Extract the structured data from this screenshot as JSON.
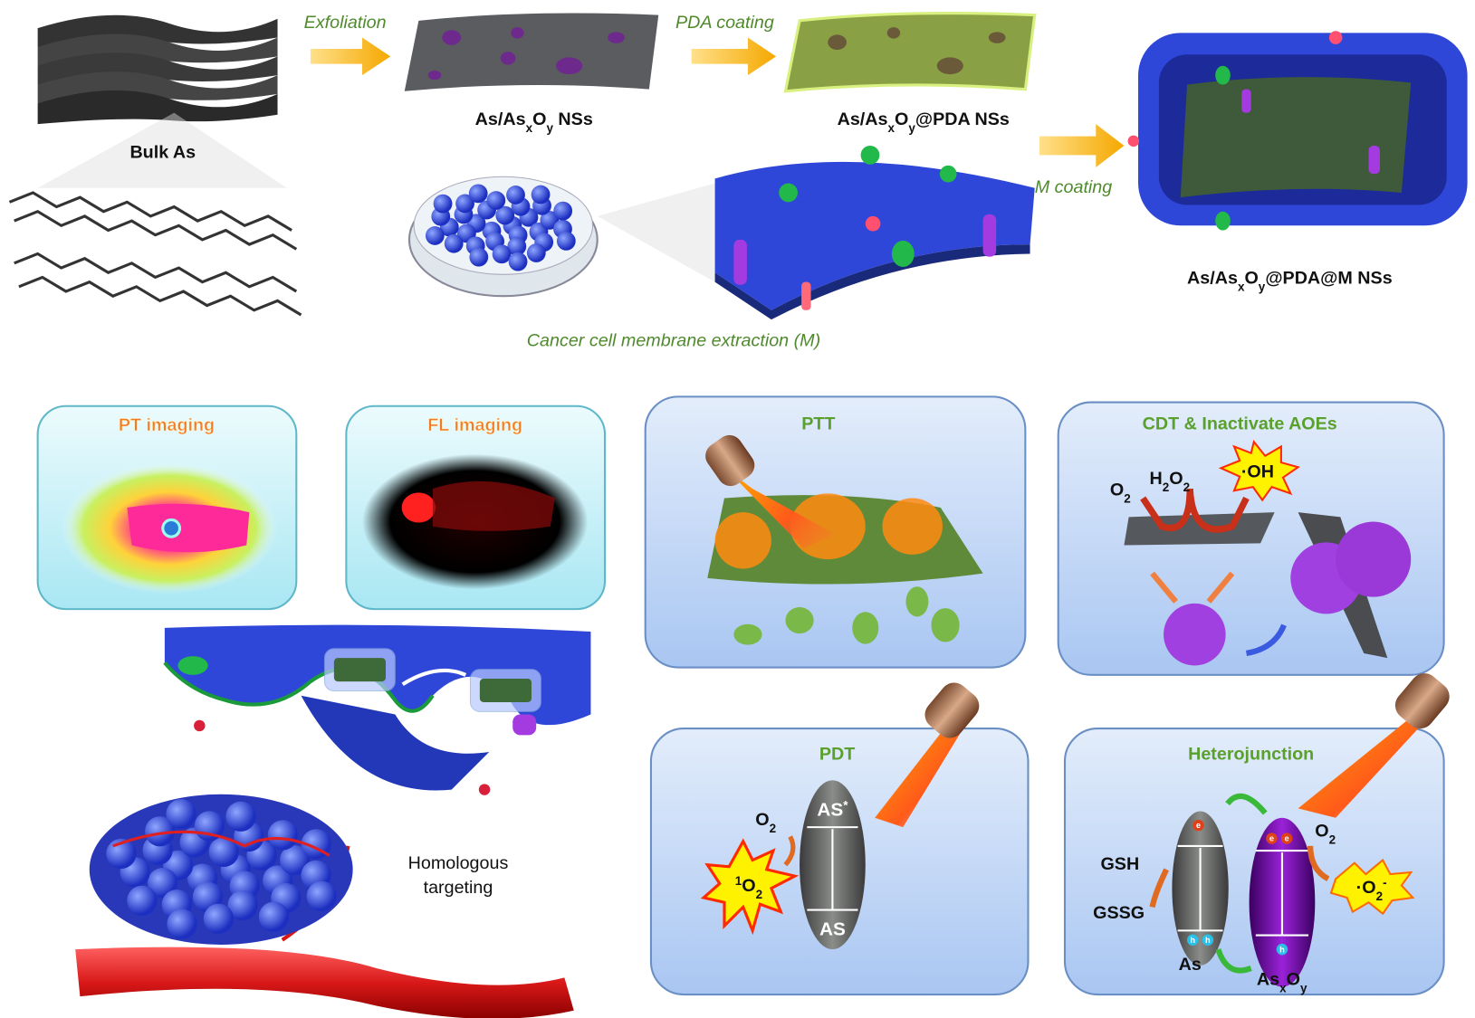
{
  "synthesis": {
    "bulk_label": "Bulk As",
    "exfoliation": "Exfoliation",
    "pda_coating": "PDA coating",
    "m_coating": "M coating",
    "nss_label": [
      "As/As",
      "x",
      "O",
      "y",
      " NSs"
    ],
    "pda_nss_label": [
      "As/As",
      "x",
      "O",
      "y",
      "@PDA NSs"
    ],
    "m_nss_label": [
      "As/As",
      "x",
      "O",
      "y",
      "@PDA@M NSs"
    ],
    "membrane_extraction": "Cancer cell membrane extraction (M)"
  },
  "imaging": {
    "pt_title": "PT imaging",
    "fl_title": "FL imaging"
  },
  "targeting": {
    "line1": "Homologous",
    "line2": "targeting"
  },
  "ptt": {
    "title": "PTT"
  },
  "cdt": {
    "title": "CDT & Inactivate AOEs",
    "o2": [
      "O",
      "2"
    ],
    "h2o2": [
      "H",
      "2",
      "O",
      "2"
    ],
    "oh": "·OH"
  },
  "pdt": {
    "title": "PDT",
    "excited": [
      "AS",
      "*"
    ],
    "ground": "AS",
    "o2": [
      "O",
      "2"
    ],
    "singlet": [
      "1",
      "O",
      "2"
    ]
  },
  "heterojunction": {
    "title": "Heterojunction",
    "gsh": "GSH",
    "gssg": "GSSG",
    "as": "As",
    "asxoy": [
      "As",
      "x",
      "O",
      "y"
    ],
    "o2": [
      "O",
      "2"
    ],
    "superoxide": [
      "·O",
      "2",
      "-"
    ],
    "electron": "e",
    "hole": "h"
  },
  "colors": {
    "panel_border": "#6a8fc4",
    "panel_fill": "#c7dbf7",
    "imaging_border": "#5fb8c9",
    "title_green": "#5aa02c",
    "title_orange": "#f07a2a",
    "membrane_blue": "#2f47d8"
  }
}
